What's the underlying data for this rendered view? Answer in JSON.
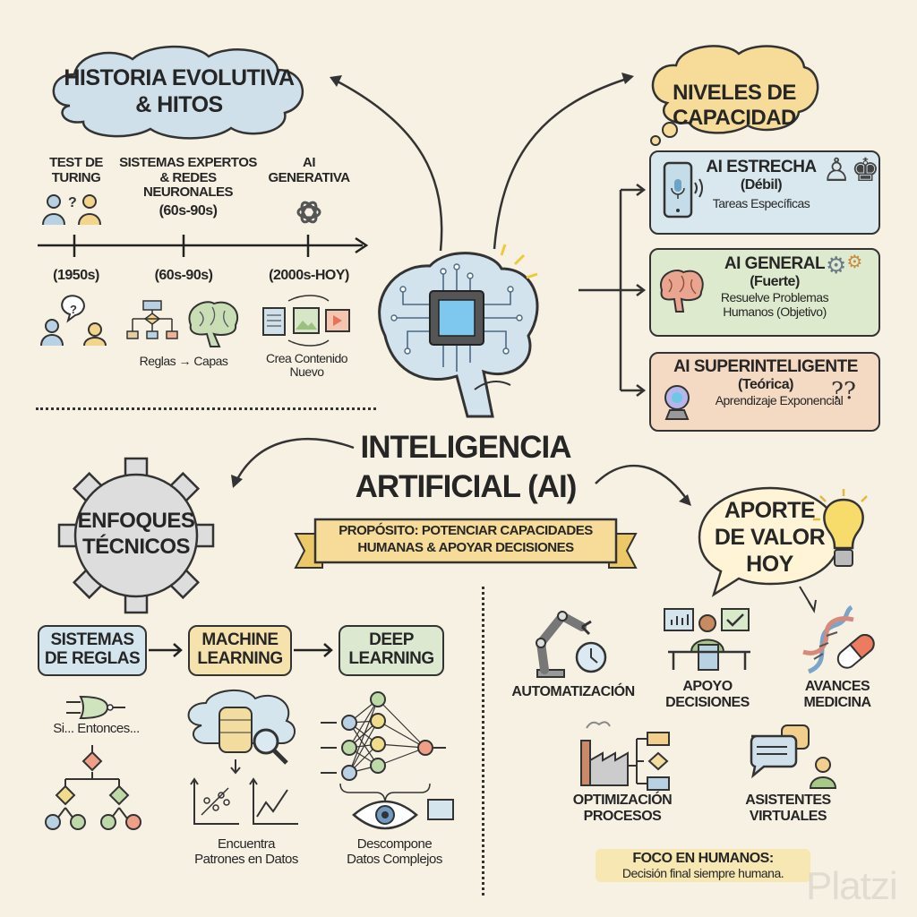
{
  "history": {
    "title_line1": "HISTORIA EVOLUTIVA",
    "title_line2": "& HITOS",
    "milestones": [
      {
        "title_line1": "TEST DE",
        "title_line2": "TURING",
        "title_line3": "",
        "title_line4": "",
        "date": "(1950s)",
        "caption_line1": "",
        "caption_line2": ""
      },
      {
        "title_line1": "SISTEMAS EXPERTOS",
        "title_line2": "& REDES",
        "title_line3": "NEURONALES",
        "title_line4": "(60s-90s)",
        "date": "(60s-90s)",
        "caption_line1": "Reglas → Capas",
        "caption_line2": ""
      },
      {
        "title_line1": "AI",
        "title_line2": "GENERATIVA",
        "title_line3": "",
        "title_line4": "",
        "date": "(2000s-HOY)",
        "caption_line1": "Crea Contenido",
        "caption_line2": "Nuevo"
      }
    ]
  },
  "levels": {
    "title_line1": "NIVELES DE",
    "title_line2": "CAPACIDAD",
    "items": [
      {
        "name": "AI ESTRECHA",
        "sub": "(Débil)",
        "desc_line1": "Tareas Específicas",
        "desc_line2": "",
        "color": "#d9e8ef"
      },
      {
        "name": "AI GENERAL",
        "sub": "(Fuerte)",
        "desc_line1": "Resuelve Problemas",
        "desc_line2": "Humanos (Objetivo)",
        "color": "#deeacd"
      },
      {
        "name": "AI SUPERINTELIGENTE",
        "sub": "(Teórica)",
        "desc_line1": "Aprendizaje Exponencial",
        "desc_line2": "",
        "color": "#f4d9c3"
      }
    ]
  },
  "center": {
    "title_line1": "INTELIGENCIA",
    "title_line2": "ARTIFICIAL (AI)",
    "purpose_line1": "PROPÓSITO: POTENCIAR CAPACIDADES",
    "purpose_line2": "HUMANAS & APOYAR DECISIONES"
  },
  "approaches": {
    "title_line1": "ENFOQUES",
    "title_line2": "TÉCNICOS",
    "items": [
      {
        "line1": "SISTEMAS",
        "line2": "DE REGLAS",
        "caption_line1": "Si... Entonces...",
        "caption_line2": "",
        "color": "#d4e5ee"
      },
      {
        "line1": "MACHINE",
        "line2": "LEARNING",
        "caption_line1": "Encuentra",
        "caption_line2": "Patrones en Datos",
        "color": "#f6e2ad"
      },
      {
        "line1": "DEEP",
        "line2": "LEARNING",
        "caption_line1": "Descompone",
        "caption_line2": "Datos Complejos",
        "color": "#dce8cf"
      }
    ]
  },
  "value": {
    "title_line1": "APORTE",
    "title_line2": "DE VALOR",
    "title_line3": "HOY",
    "items": [
      {
        "line1": "AUTOMATIZACIÓN",
        "line2": ""
      },
      {
        "line1": "APOYO",
        "line2": "DECISIONES"
      },
      {
        "line1": "AVANCES",
        "line2": "MEDICINA"
      },
      {
        "line1": "OPTIMIZACIÓN",
        "line2": "PROCESOS"
      },
      {
        "line1": "ASISTENTES",
        "line2": "VIRTUALES"
      }
    ],
    "focus_title": "FOCO EN HUMANOS:",
    "focus_text": "Decisión final siempre humana."
  },
  "watermark": "Platzi",
  "colors": {
    "background": "#f7f1e3",
    "blue": "#cfe0ea",
    "yellow": "#f6dc98",
    "green": "#dce8cf",
    "peach": "#f4d9c3",
    "ink": "#262626"
  }
}
